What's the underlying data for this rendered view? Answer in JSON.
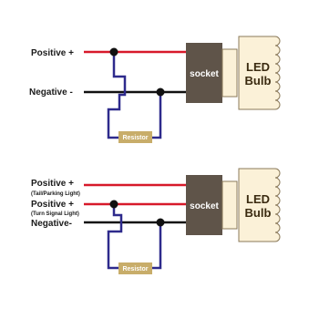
{
  "colors": {
    "positive_wire": "#d7192a",
    "negative_wire": "#111111",
    "bypass_wire": "#2e2a8c",
    "socket": "#5f5449",
    "bulb_fill": "#fbf1d8",
    "bulb_stroke": "#8b7a5a",
    "resistor": "#c8ad6a"
  },
  "diagram1": {
    "positive_label": "Positive +",
    "negative_label": "Negative -",
    "socket_label": "socket",
    "bulb_line1": "LED",
    "bulb_line2": "Bulb",
    "resistor_label": "Resistor"
  },
  "diagram2": {
    "positive1_label": "Positive +",
    "positive1_sublabel": "(Tail/Parking Light)",
    "positive2_label": "Positive +",
    "positive2_sublabel": "(Turn Signal Light)",
    "negative_label": "Negative-",
    "socket_label": "socket",
    "bulb_line1": "LED",
    "bulb_line2": "Bulb",
    "resistor_label": "Resistor"
  }
}
